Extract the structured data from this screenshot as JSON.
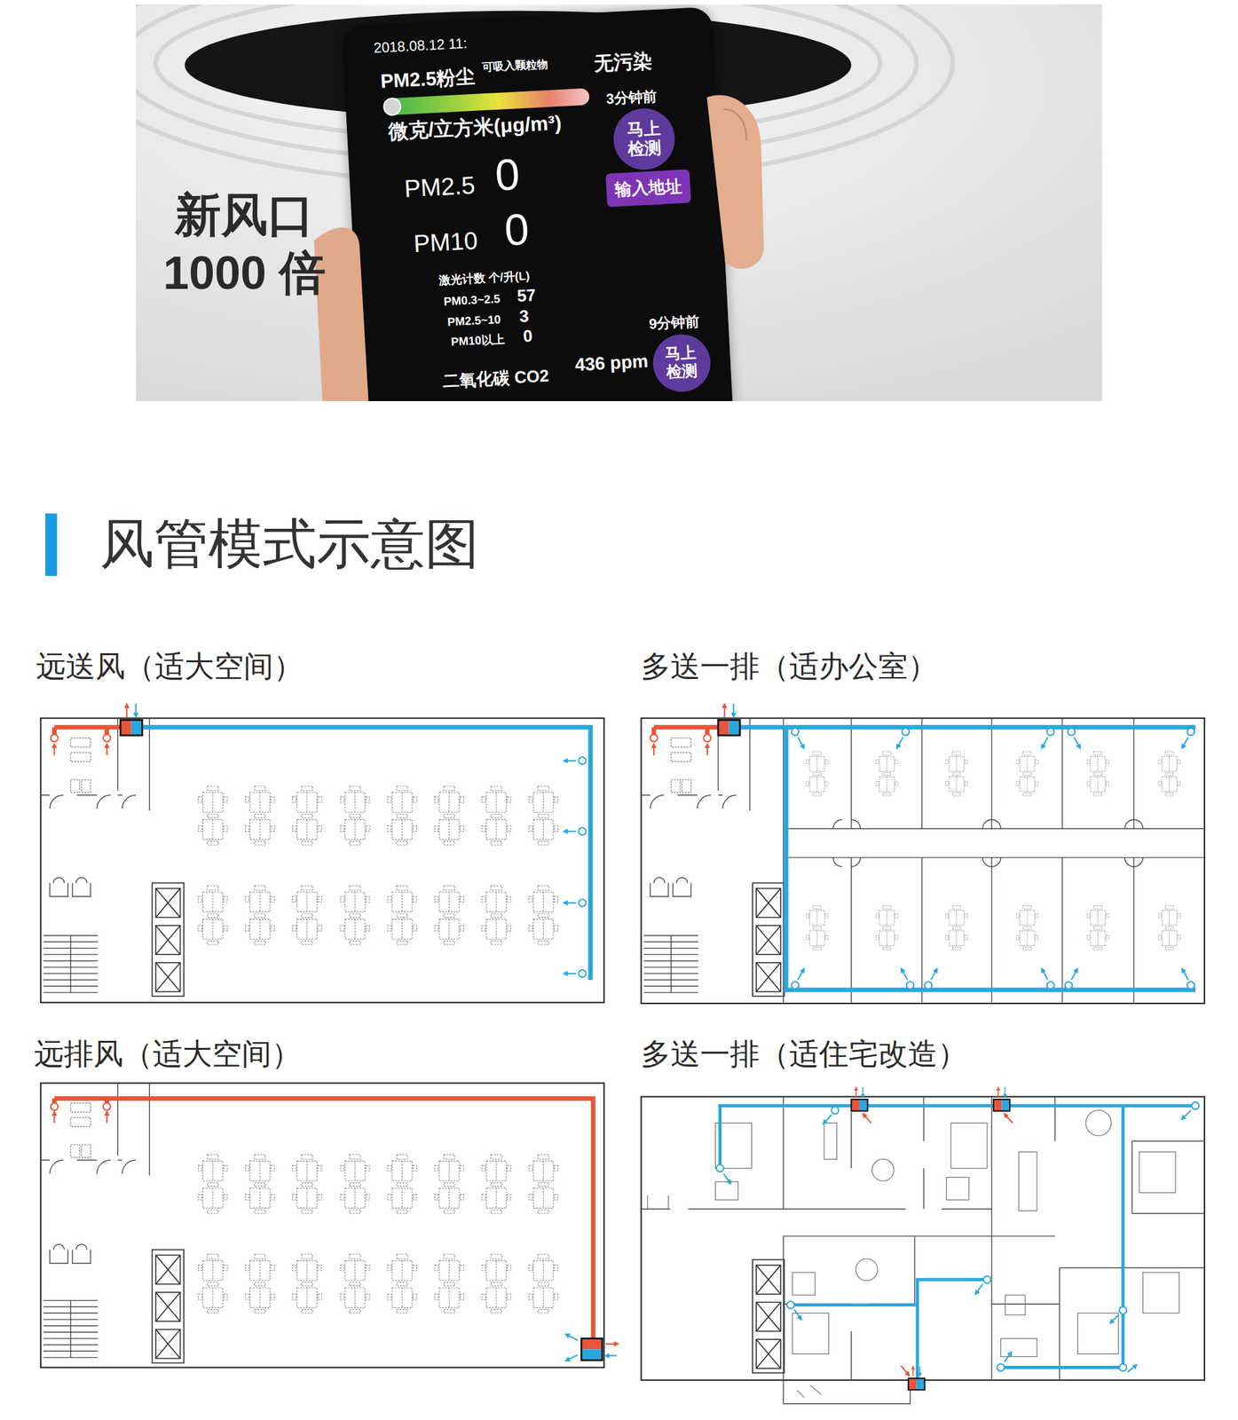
{
  "diagram": {
    "title": "风管模式示意图",
    "nodes": [
      {
        "text": [
          "2018.08.12 11:",
          "PM2.5粉尘",
          "可吸入颗粒物",
          "无污染",
          "微克/立方米(μg/m³)",
          "3分钟前",
          "PM2.5",
          "0",
          "PM10",
          "0",
          "激光计数 个/升(L)",
          "PM0.3~2.5",
          "57",
          "PM2.5~10",
          "3",
          "PM10以上",
          "0",
          "9分钟前",
          "二氧化碳 CO2",
          "436 ppm"
        ]
      },
      {
        "text": [
          "马上 检测"
        ],
        "in": 0
      },
      {
        "text": [
          "输入地址"
        ],
        "in": 0
      },
      {
        "text": [
          "马上 检测"
        ],
        "in": 0
      }
    ],
    "labels": [
      "新风口 1000 倍",
      "远送风（适大空间）",
      "多送一排（适办公室）",
      "远排风（适大空间）",
      "多送一排（适住宅改造）"
    ]
  }
}
